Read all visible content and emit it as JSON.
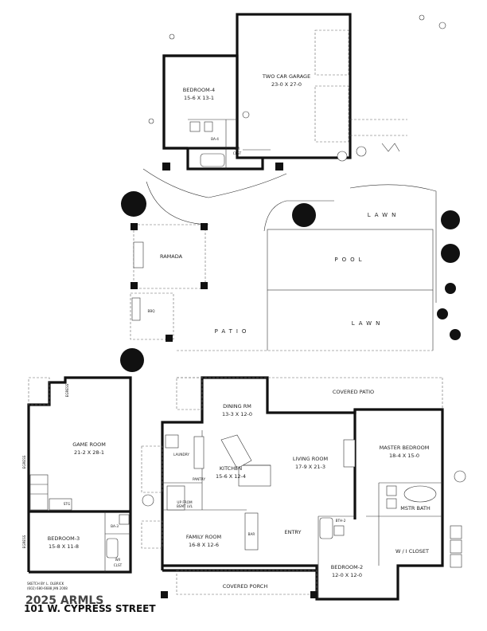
{
  "rooms": {
    "bedroom4": {
      "name": "BEDROOM-4",
      "dims": "15-6 X 13-1"
    },
    "garage": {
      "name": "TWO CAR GARAGE",
      "dims": "23-0 X 27-0"
    },
    "ba4": "BA-4",
    "wi_closet_top": {
      "line1": "W/I",
      "line2": "CLST"
    },
    "ramada": "RAMADA",
    "bbq": "BBQ",
    "lawn_top": "LAWN",
    "pool": "POOL",
    "lawn_bottom": "LAWN",
    "patio": "PATIO",
    "game_room": {
      "name": "GAME ROOM",
      "dims": "21-2 X 28-1"
    },
    "bedroom3": {
      "name": "BEDROOM-3",
      "dims": "15-8 X 11-8"
    },
    "ba3": "BA-3",
    "wi_closet_left": {
      "line1": "W/I",
      "line2": "CLST"
    },
    "stg": "STG",
    "dining": {
      "name": "DINING RM",
      "dims": "13-3 X 12-0"
    },
    "covered_patio": "COVERED PATIO",
    "laundry": "LAUNDRY",
    "kitchen": {
      "name": "KITCHEN",
      "dims": "15-6 X 12-4"
    },
    "pantry": "PANTRY",
    "up_from": {
      "line1": "UP FROM",
      "line2": "BSMT LVL"
    },
    "living": {
      "name": "LIVING ROOM",
      "dims": "17-9 X 21-3"
    },
    "master_bedroom": {
      "name": "MASTER BEDROOM",
      "dims": "18-4 X 15-0"
    },
    "master_bath": "MSTR BATH",
    "bth2": "BTH-2",
    "wi_closet_master": "W / I CLOSET",
    "family": {
      "name": "FAMILY ROOM",
      "dims": "16-8 X 12-6"
    },
    "bar": "BAR",
    "entry": "ENTRY",
    "bedroom2": {
      "name": "BEDROOM-2",
      "dims": "12-0 X 12-0"
    },
    "covered_porch": "COVERED PORCH",
    "egress_top": "EGRESS",
    "egress_left1": "EGRESS",
    "egress_left2": "EGRESS"
  },
  "credits": {
    "sketch_by": "SKETCH BY: L. OLBRICK",
    "contact": "(602) 680-6688  JAN 2008"
  },
  "footer": {
    "address": "101 W. CYPRESS STREET",
    "watermark": "2025 ARMLS"
  }
}
